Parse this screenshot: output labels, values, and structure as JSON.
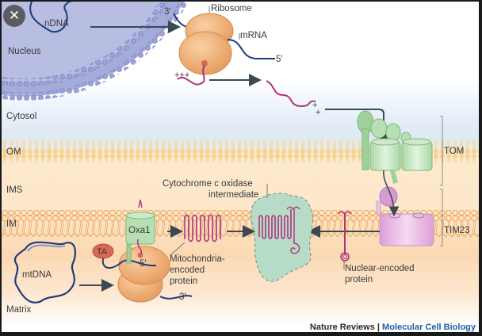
{
  "figure": {
    "labels": {
      "ndna": "nDNA",
      "nucleus": "Nucleus",
      "ribosome": "Ribosome",
      "mrna": "mRNA",
      "three_prime_top": "3′",
      "five_prime_top": "5′",
      "cytosol": "Cytosol",
      "om": "OM",
      "ims": "IMS",
      "im": "IM",
      "matrix": "Matrix",
      "tom": "TOM",
      "tim23": "TIM23",
      "cox_intermediate_line1": "Cytochrome c oxidase",
      "cox_intermediate_line2": "intermediate",
      "oxa1": "Oxa1",
      "ta": "TA",
      "five_prime_bottom": "5′",
      "three_prime_bottom": "3′",
      "mtdna": "mtDNA",
      "mito_encoded_line1": "Mitochondria-",
      "mito_encoded_line2": "encoded",
      "mito_encoded_line3": "protein",
      "nuclear_encoded_line1": "Nuclear-encoded",
      "nuclear_encoded_line2": "protein",
      "plus_charges": "+++"
    },
    "credit": {
      "publisher": "Nature Reviews",
      "separator": " | ",
      "journal": "Molecular Cell Biology"
    },
    "colors": {
      "nucleus": "#8c93c8",
      "membrane_om": "#f7d794",
      "membrane_im": "#f5b870",
      "ribosome": "#f0a868",
      "mrna": "#1f3c7a",
      "protein": "#b0337f",
      "tom": "#b9e0b8",
      "tim23": "#e6aee0",
      "cox": "#b6dcc7",
      "arrow": "#3b4a52",
      "credit_journal": "#1f5ea8"
    }
  },
  "close_button": {
    "icon": "close-icon",
    "glyph": "✕"
  }
}
